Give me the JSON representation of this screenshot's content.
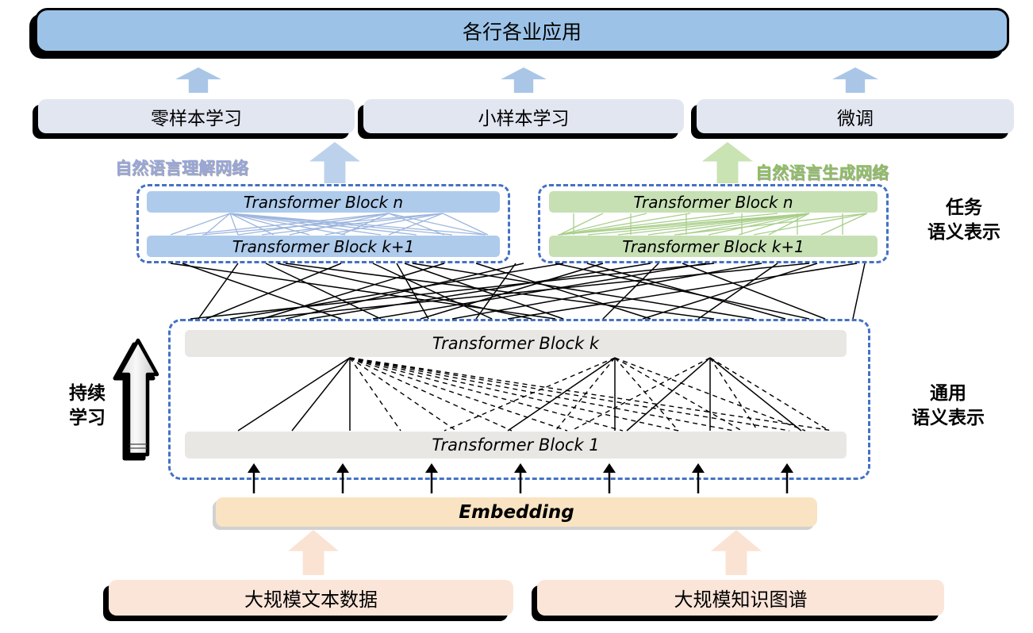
{
  "colors": {
    "app_bar": "#9CC3E7",
    "adaptation_box": "#E2E6F1",
    "arrow_blue": "#A9C6E7",
    "arrow_blue_large": "#BCD2EC",
    "arrow_green_large": "#C9E3B3",
    "nlu_block": "#AECBEC",
    "nlg_block": "#C6E0B4",
    "nlu_label": "#98A6DA",
    "nlg_label": "#8FBE62",
    "dashed_border": "#4472C4",
    "shared_block": "#E9E7E4",
    "embedding": "#FAE3C2",
    "source_box": "#FBE5D9",
    "source_arrow": "#FBE3D4",
    "net_blue": "#9DB6DF",
    "net_green": "#A9CF8B",
    "net_black": "#000000"
  },
  "app_bar": {
    "label": "各行各业应用"
  },
  "adaptation_row": [
    {
      "label": "零样本学习"
    },
    {
      "label": "小样本学习"
    },
    {
      "label": "微调"
    }
  ],
  "network_labels": {
    "understanding": "自然语言理解网络",
    "generation": "自然语言生成网络"
  },
  "task_blocks": {
    "nlu": {
      "top": "Transformer Block n",
      "bottom": "Transformer Block k+1"
    },
    "nlg": {
      "top": "Transformer Block n",
      "bottom": "Transformer Block k+1"
    }
  },
  "side_labels": {
    "task": {
      "line1": "任务",
      "line2": "语义表示"
    },
    "general": {
      "line1": "通用",
      "line2": "语义表示"
    },
    "continual": {
      "line1": "持续",
      "line2": "学习"
    }
  },
  "shared_blocks": {
    "top": "Transformer Block k",
    "bottom": "Transformer Block 1"
  },
  "embedding": {
    "label": "Embedding"
  },
  "data_sources": [
    {
      "label": "大规模文本数据"
    },
    {
      "label": "大规模知识图谱"
    }
  ]
}
